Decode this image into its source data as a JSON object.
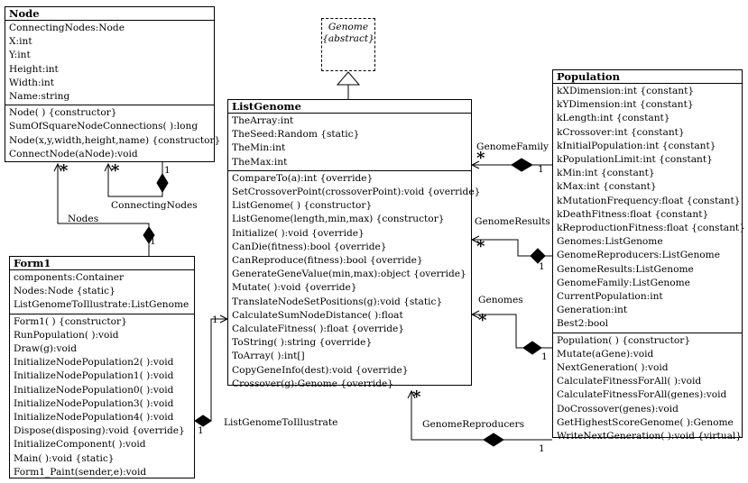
{
  "classes": {
    "node": {
      "name": "Node",
      "attributes": [
        "ConnectingNodes:Node",
        "X:int",
        "Y:int",
        "Height:int",
        "Width:int",
        "Name:string"
      ],
      "methods": [
        "Node( ) {constructor}",
        "SumOfSquareNodeConnections( ):long",
        "Node(x,y,width,height,name) {constructor}",
        "ConnectNode(aNode):void"
      ]
    },
    "form1": {
      "name": "Form1",
      "attributes": [
        "components:Container",
        "Nodes:Node {static}",
        "ListGenomeToIllustrate:ListGenome"
      ],
      "methods": [
        "Form1( ) {constructor}",
        "RunPopulation( ):void",
        "Draw(g):void",
        "InitializeNodePopulation2( ):void",
        "InitializeNodePopulation1( ):void",
        "InitializeNodePopulation0( ):void",
        "InitializeNodePopulation3( ):void",
        "InitializeNodePopulation4( ):void",
        "Dispose(disposing):void {override}",
        "InitializeComponent( ):void",
        "Main( ):void {static}",
        "Form1_Paint(sender,e):void"
      ]
    },
    "listgenome": {
      "name": "ListGenome",
      "attributes": [
        "TheArray:int",
        "TheSeed:Random {static}",
        "TheMin:int",
        "TheMax:int"
      ],
      "methods": [
        "CompareTo(a):int {override}",
        "SetCrossoverPoint(crossoverPoint):void {override}",
        "ListGenome( ) {constructor}",
        "ListGenome(length,min,max) {constructor}",
        "Initialize( ):void {override}",
        "CanDie(fitness):bool {override}",
        "CanReproduce(fitness):bool {override}",
        "GenerateGeneValue(min,max):object {override}",
        "Mutate( ):void {override}",
        "TranslateNodeSetPositions(g):void {static}",
        "CalculateSumNodeDistance( ):float",
        "CalculateFitness( ):float {override}",
        "ToString( ):string {override}",
        "ToArray( ):int[]",
        "CopyGeneInfo(dest):void {override}",
        "Crossover(g):Genome {override}"
      ]
    },
    "population": {
      "name": "Population",
      "attributes": [
        "kXDimension:int {constant}",
        "kYDimension:int {constant}",
        "kLength:int {constant}",
        "kCrossover:int {constant}",
        "kInitialPopulation:int {constant}",
        "kPopulationLimit:int {constant}",
        "kMin:int {constant}",
        "kMax:int {constant}",
        "kMutationFrequency:float {constant}",
        "kDeathFitness:float {constant}",
        "kReproductionFitness:float {constant}",
        "Genomes:ListGenome",
        "GenomeReproducers:ListGenome",
        "GenomeResults:ListGenome",
        "GenomeFamily:ListGenome",
        "CurrentPopulation:int",
        "Generation:int",
        "Best2:bool"
      ],
      "methods": [
        "Population( ) {constructor}",
        "Mutate(aGene):void",
        "NextGeneration( ):void",
        "CalculateFitnessForAll( ):void",
        "CalculateFitnessForAll(genes):void",
        "DoCrossover(genes):void",
        "GetHighestScoreGenome( ):Genome",
        "WriteNextGeneration( ):void {virtual}"
      ]
    }
  },
  "genome": {
    "name": "Genome",
    "stereotype": "{abstract}"
  },
  "associations": {
    "connecting_nodes": "ConnectingNodes",
    "nodes": "Nodes",
    "list_genome_to_illustrate": "ListGenomeToIllustrate",
    "genome_family": "GenomeFamily",
    "genome_results": "GenomeResults",
    "genomes": "Genomes",
    "genome_reproducers": "GenomeReproducers"
  },
  "multiplicity": {
    "one": "1",
    "many": "*"
  }
}
